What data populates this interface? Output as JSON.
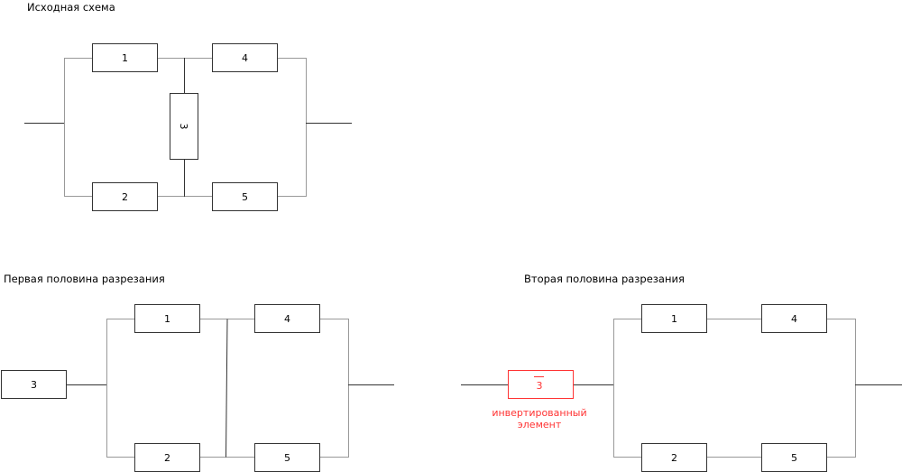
{
  "titles": {
    "original": "Исходная схема",
    "first_half": "Первая половина разрезания",
    "second_half": "Вторая половина разрезания"
  },
  "original": {
    "e1": "1",
    "e2": "2",
    "e3": "3",
    "e4": "4",
    "e5": "5"
  },
  "first": {
    "e1": "1",
    "e2": "2",
    "e3": "3",
    "e4": "4",
    "e5": "5"
  },
  "second": {
    "e1": "1",
    "e2": "2",
    "e3": "3",
    "e4": "4",
    "e5": "5",
    "note_line1": "инвертированный",
    "note_line2": "элемент"
  },
  "colors": {
    "inverted": "#ff3333"
  }
}
